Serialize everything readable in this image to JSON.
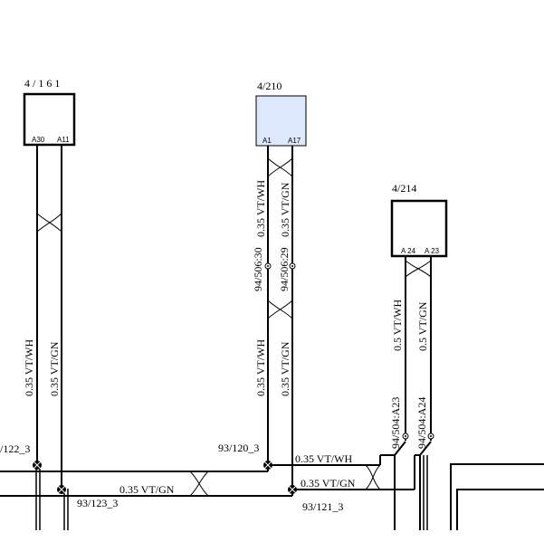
{
  "colors": {
    "wire": "#000000",
    "module_highlight_fill": "#dde8fc",
    "module_fill": "#ffffff",
    "background": "#ffffff"
  },
  "modules": {
    "m161": {
      "title": "4 / 1 6 1",
      "pin_left": "A30",
      "pin_right": "A11"
    },
    "m210": {
      "title": "4/210",
      "pin_left": "A1",
      "pin_right": "A17"
    },
    "m214": {
      "title": "4/214",
      "pin_left": "A 24",
      "pin_right": "A 23"
    }
  },
  "wires": {
    "w161_left": "0.35 VT/WH",
    "w161_right": "0.35 VT/GN",
    "w210_left_upper": "0.35 VT/WH",
    "w210_right_upper": "0.35 VT/GN",
    "w210_left_lower": "0.35 VT/WH",
    "w210_right_lower": "0.35 VT/GN",
    "w214_left": "0.5 VT/WH",
    "w214_right": "0.5 VT/GN",
    "h_top": "0.35 VT/WH",
    "h_bottom_left": "0.35 VT/GN",
    "h_bottom_right": "0.35 VT/GN"
  },
  "splices": {
    "s122": "/122_3",
    "s123": "93/123_3",
    "s120": "93/120_3",
    "s121": "93/121_3"
  },
  "connectors": {
    "c506_30": "94/506:30",
    "c506_29": "94/506:29",
    "c504_23": "94/504:A23",
    "c504_24": "94/504:A24"
  }
}
